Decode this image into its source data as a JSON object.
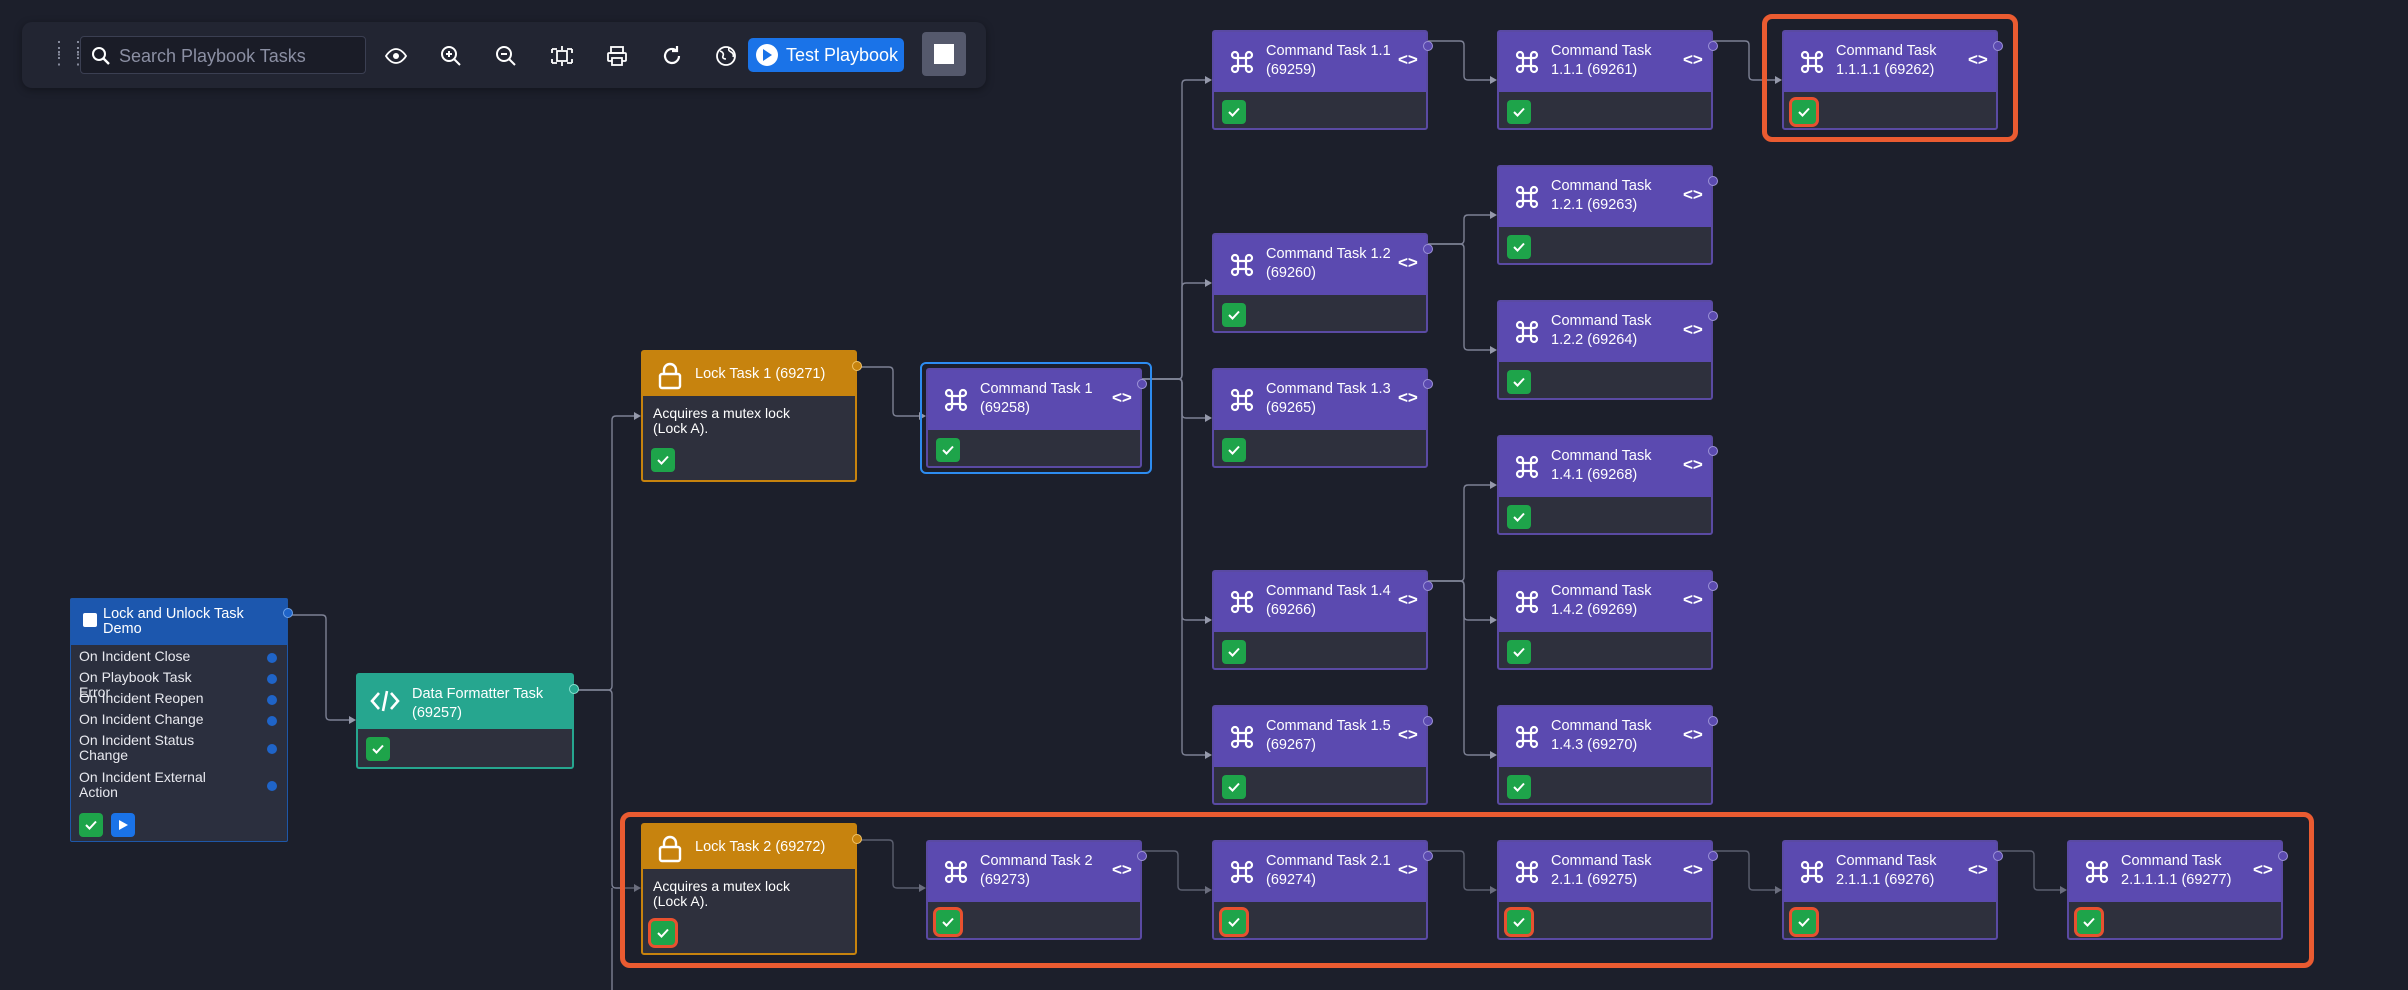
{
  "toolbar": {
    "search_placeholder": "Search Playbook Tasks",
    "test_label": "Test Playbook",
    "icons": [
      "drag-handle-icon",
      "eye-icon",
      "zoom-in-icon",
      "zoom-out-icon",
      "fit-to-screen-icon",
      "print-icon",
      "refresh-icon",
      "globe-icon",
      "play-icon",
      "stop-icon"
    ]
  },
  "start": {
    "title": "Lock and Unlock Task Demo",
    "events": [
      "On Incident Close",
      "On Playbook Task Error",
      "On Incident Reopen",
      "On Incident Change",
      "On Incident Status Change",
      "On Incident External Action"
    ]
  },
  "dataformatter": {
    "title": "Data Formatter Task (69257)"
  },
  "locks": [
    {
      "title": "Lock Task 1 (69271)",
      "desc": "Acquires a mutex lock (Lock A)."
    },
    {
      "title": "Lock Task 2 (69272)",
      "desc": "Acquires a mutex lock (Lock A)."
    }
  ],
  "commands": [
    {
      "id": "c1",
      "title": "Command Task 1 (69258)"
    },
    {
      "id": "c11",
      "title": "Command Task 1.1 (69259)"
    },
    {
      "id": "c12",
      "title": "Command Task 1.2 (69260)"
    },
    {
      "id": "c13",
      "title": "Command Task 1.3 (69265)"
    },
    {
      "id": "c14",
      "title": "Command Task 1.4 (69266)"
    },
    {
      "id": "c15",
      "title": "Command Task 1.5 (69267)"
    },
    {
      "id": "c111",
      "title": "Command Task 1.1.1 (69261)"
    },
    {
      "id": "c121",
      "title": "Command Task 1.2.1 (69263)"
    },
    {
      "id": "c122",
      "title": "Command Task 1.2.2 (69264)"
    },
    {
      "id": "c141",
      "title": "Command Task 1.4.1 (69268)"
    },
    {
      "id": "c142",
      "title": "Command Task 1.4.2 (69269)"
    },
    {
      "id": "c143",
      "title": "Command Task 1.4.3 (69270)"
    },
    {
      "id": "c1111",
      "title": "Command Task 1.1.1.1 (69262)"
    },
    {
      "id": "c2",
      "title": "Command Task 2 (69273)"
    },
    {
      "id": "c21",
      "title": "Command Task 2.1 (69274)"
    },
    {
      "id": "c211",
      "title": "Command Task 2.1.1 (69275)"
    },
    {
      "id": "c2111",
      "title": "Command Task 2.1.1.1 (69276)"
    },
    {
      "id": "c21111",
      "title": "Command Task 2.1.1.1.1 (69277)"
    }
  ]
}
